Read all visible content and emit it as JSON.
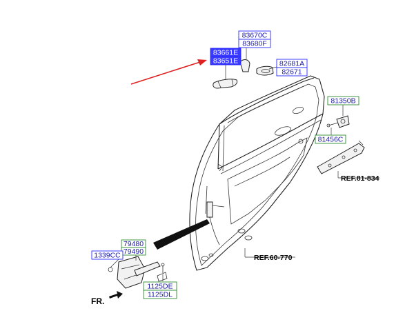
{
  "labels": {
    "p83670C": "83670C",
    "p83680F": "83680F",
    "p83661E": "83661E",
    "p83651E": "83651E",
    "p82681A": "82681A",
    "p82671": "82671",
    "p81350B": "81350B",
    "p81456C": "81456C",
    "p79480": "79480",
    "p79490": "79490",
    "p1339CC": "1339CC",
    "p1125DE": "1125DE",
    "p1125DL": "1125DL"
  },
  "refs": {
    "ref_81_834": "REF.81-834",
    "ref_60_770": "REF.60-770"
  },
  "direction": {
    "front": "FR."
  },
  "colors": {
    "blue_box_stroke": "#2a2aff",
    "green_box_stroke": "#2e8b2e",
    "highlight_fill": "#3b3bff",
    "label_text": "#1a1aa8",
    "arrow_red": "#e02020"
  }
}
